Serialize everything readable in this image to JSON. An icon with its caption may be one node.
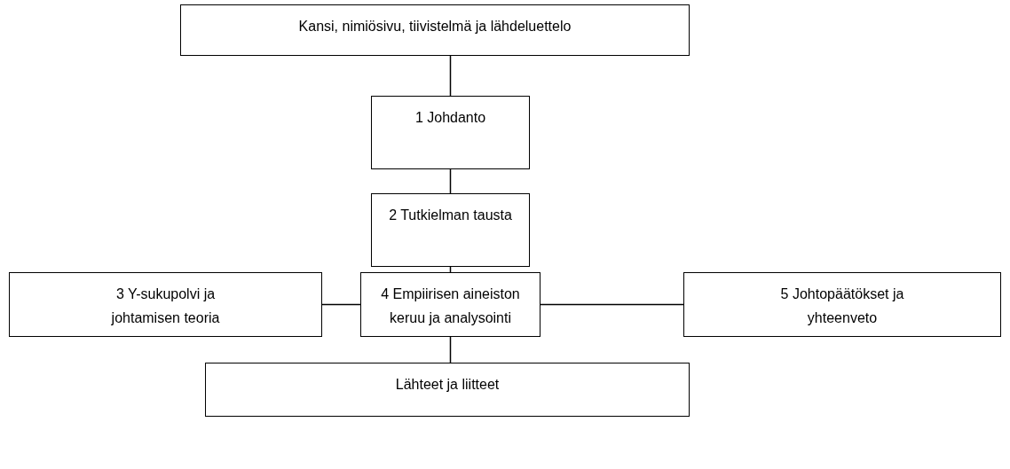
{
  "diagram": {
    "nodes": [
      {
        "text": [
          "Kansi, nimiösivu, tiivistelmä ja lähdeluettelo"
        ]
      },
      {
        "text": [
          "1 Johdanto"
        ]
      },
      {
        "text": [
          "2 Tutkielman tausta"
        ]
      },
      {
        "text": [
          "3 Y-sukupolvi ja johtamisen teoria"
        ]
      },
      {
        "text": [
          "4 Empiirisen aineiston keruu ja analysointi"
        ]
      },
      {
        "text": [
          "5 Johtopäätökset ja yhteenveto"
        ]
      },
      {
        "text": [
          "Lähteet ja liitteet"
        ]
      }
    ],
    "edges": [
      {
        "from": 0,
        "to": 1,
        "arrow": "none"
      },
      {
        "from": 1,
        "to": 2,
        "arrow": "none"
      },
      {
        "from": 2,
        "to": 4,
        "arrow": "none"
      },
      {
        "from": 3,
        "to": 4,
        "arrow": "none"
      },
      {
        "from": 4,
        "to": 5,
        "arrow": "none"
      },
      {
        "from": 4,
        "to": 6,
        "arrow": "none"
      }
    ]
  }
}
